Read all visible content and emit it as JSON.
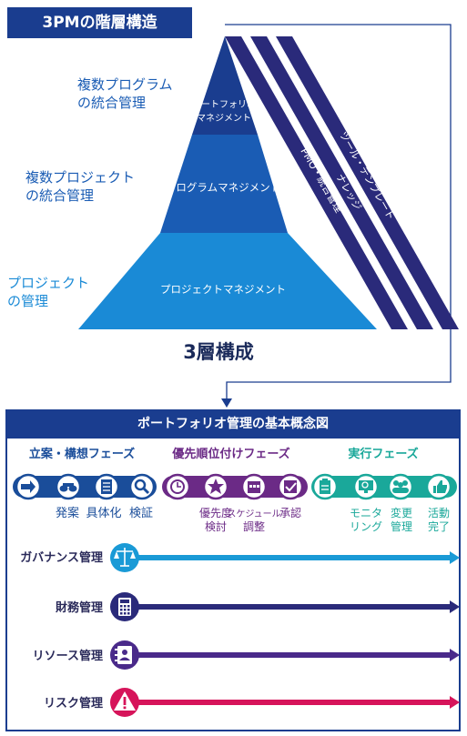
{
  "title": "3PMの階層構造",
  "pyramid": {
    "levels": [
      {
        "label": "ポートフォリオ\nマネジメント",
        "scope": "複数プログラム\nの統合管理"
      },
      {
        "label": "プログラムマネジメント",
        "scope": "複数プロジェクト\nの統合管理"
      },
      {
        "label": "プロジェクトマネジメント",
        "scope": "プロジェクト\nの管理"
      }
    ],
    "caption": "3層構成",
    "stripes": [
      "PMO・統合管理",
      "ナレッジ",
      "ツール・テンプレート"
    ]
  },
  "concept": {
    "header": "ポートフォリオ管理の基本概念図",
    "phases": [
      {
        "name": "立案・構想フェーズ",
        "color": "#1a4d9a",
        "steps": [
          "発案",
          "具体化",
          "検証"
        ],
        "icons": [
          "arrow-icon",
          "binoculars-icon",
          "document-icon",
          "magnifier-icon"
        ]
      },
      {
        "name": "優先順位付けフェーズ",
        "color": "#6b2a86",
        "steps": [
          "優先度\n検討",
          "スケジュール\n調整",
          "承認"
        ],
        "icons": [
          "clock-icon",
          "star-icon",
          "calendar-icon",
          "checkbox-icon"
        ]
      },
      {
        "name": "実行フェーズ",
        "color": "#1aa89a",
        "steps": [
          "モニタ\nリング",
          "変更\n管理",
          "活動\n完了"
        ],
        "icons": [
          "clipboard-icon",
          "monitor-icon",
          "people-icon",
          "thumbsup-icon"
        ]
      }
    ],
    "tracks": [
      {
        "label": "ガバナンス管理",
        "icon": "scales-icon",
        "color": "#1a9ad6"
      },
      {
        "label": "財務管理",
        "icon": "calculator-icon",
        "color": "#2a2a7a"
      },
      {
        "label": "リソース管理",
        "icon": "contact-icon",
        "color": "#4a2a8a"
      },
      {
        "label": "リスク管理",
        "icon": "warning-icon",
        "color": "#d6145a"
      }
    ]
  }
}
